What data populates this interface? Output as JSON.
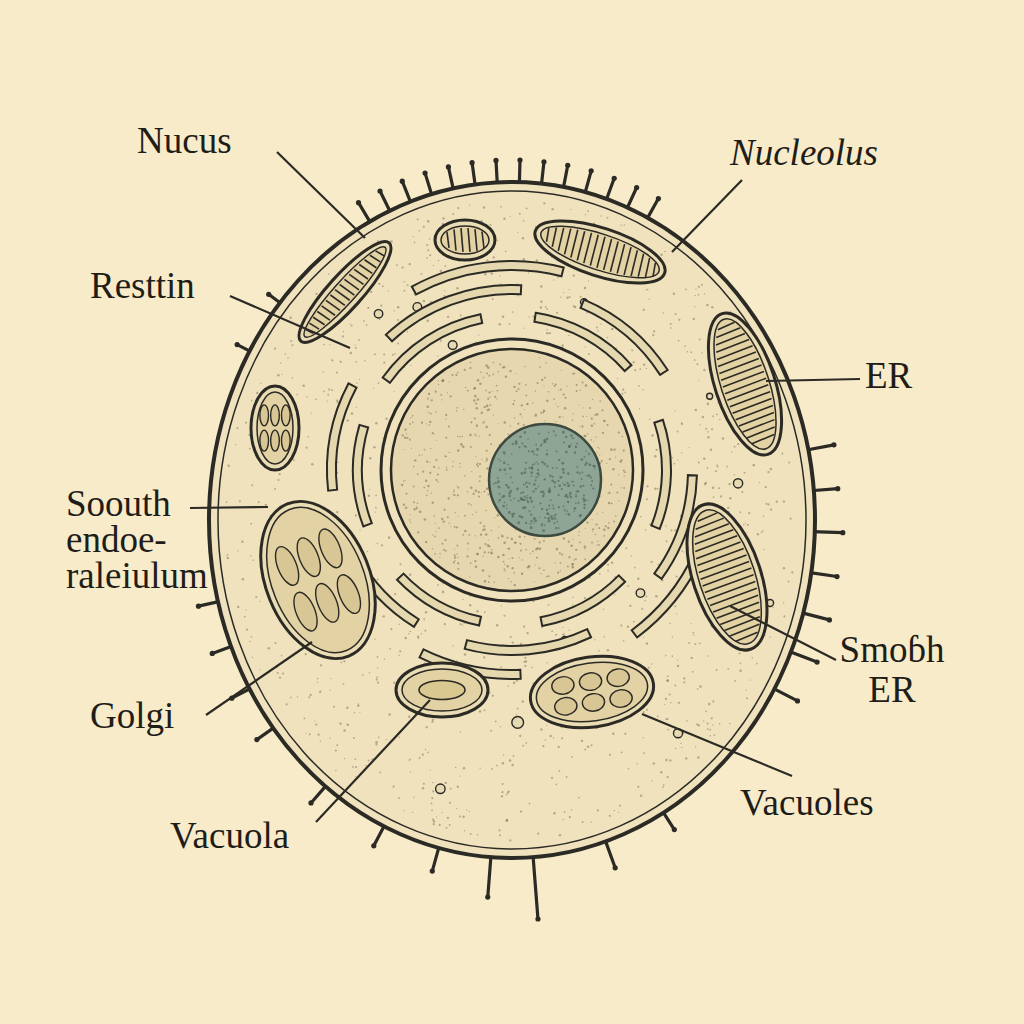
{
  "diagram": {
    "labels": [
      "Nucus",
      "Nucleolus",
      "Resttin",
      "ER",
      "Soouth endoe- raleiulum",
      "Golgi",
      "Smoɓh ER",
      "Vacuola",
      "Vacuoles"
    ]
  }
}
